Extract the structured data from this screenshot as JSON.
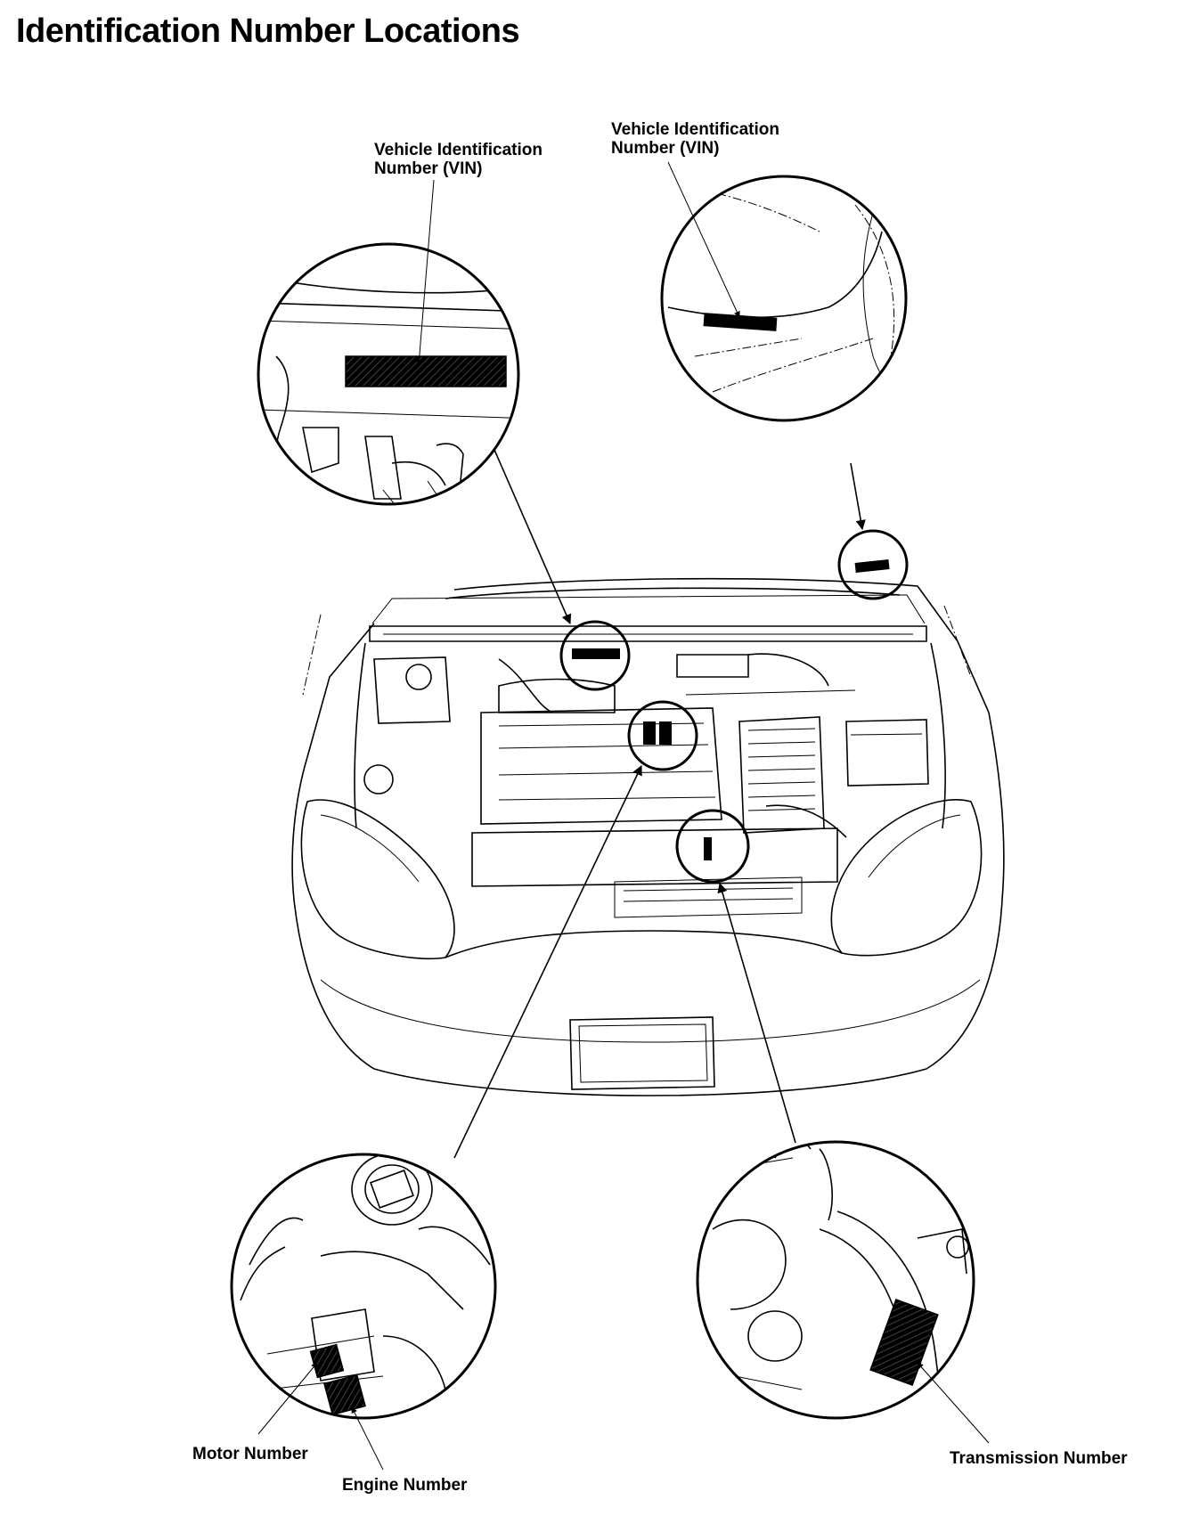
{
  "title": "Identification Number Locations",
  "labels": {
    "vin_left": "Vehicle Identification\nNumber (VIN)",
    "vin_right": "Vehicle Identification\nNumber (VIN)",
    "motor_number": "Motor Number",
    "engine_number": "Engine Number",
    "transmission_number": "Transmission Number"
  },
  "colors": {
    "ink": "#000000",
    "paper": "#ffffff"
  }
}
